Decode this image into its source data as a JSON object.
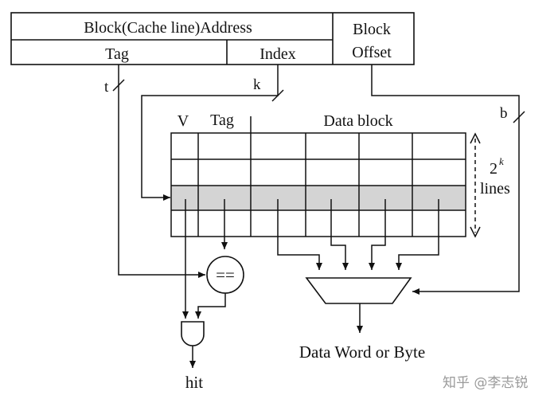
{
  "address_register": {
    "block_address_label": "Block(Cache line)Address",
    "tag_label": "Tag",
    "index_label": "Index",
    "block_offset_line1": "Block",
    "block_offset_line2": "Offset"
  },
  "bus_widths": {
    "tag_bits": "t",
    "index_bits": "k",
    "offset_bits": "b"
  },
  "cache_table": {
    "col_valid": "V",
    "col_tag": "Tag",
    "col_data": "Data block",
    "lines_exponent_base": "2",
    "lines_exponent": "k",
    "lines_word": "lines",
    "highlight_color": "#d4d4d4"
  },
  "logic": {
    "comparator_symbol": "=="
  },
  "outputs": {
    "mux_output": "Data Word or Byte",
    "hit": "hit"
  },
  "watermark": {
    "text": "知乎 @李志锐"
  }
}
